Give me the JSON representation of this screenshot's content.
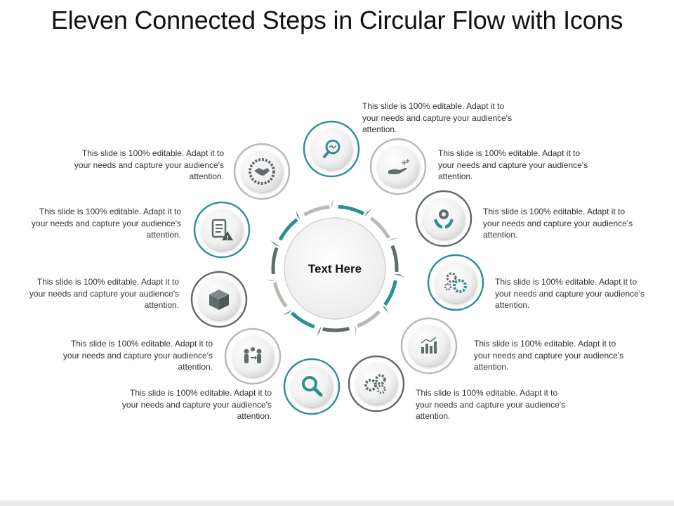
{
  "title": "Eleven Connected Steps in Circular Flow with Icons",
  "center_text": "Text Here",
  "colors": {
    "teal": "#2e8f93",
    "dark_gray": "#5f6b6c",
    "light_gray": "#b9b9b2",
    "text": "#333333"
  },
  "steps": [
    {
      "icon": "magnifier-chart-icon",
      "ring": "teal",
      "text": "This slide is 100% editable. Adapt it to your needs and capture your audience's attention."
    },
    {
      "icon": "hand-sparkle-icon",
      "ring": "light",
      "text": "This slide is 100% editable. Adapt it to your needs and capture your audience's attention."
    },
    {
      "icon": "hands-gear-icon",
      "ring": "dark",
      "text": "This slide is 100% editable. Adapt it to your needs and capture your audience's attention."
    },
    {
      "icon": "gears-icon",
      "ring": "teal",
      "text": "This slide is 100% editable. Adapt it to your needs and capture your audience's attention."
    },
    {
      "icon": "bar-chart-icon",
      "ring": "light",
      "text": "This slide is 100% editable. Adapt it to your needs and capture your audience's attention."
    },
    {
      "icon": "gear-cluster-icon",
      "ring": "dark",
      "text": "This slide is 100% editable. Adapt it to your needs and capture your audience's attention."
    },
    {
      "icon": "search-icon",
      "ring": "teal",
      "text": "This slide is 100% editable. Adapt it to your needs and capture your audience's attention."
    },
    {
      "icon": "people-exchange-icon",
      "ring": "light",
      "text": "This slide is 100% editable. Adapt it to your needs and capture your audience's attention."
    },
    {
      "icon": "box-icon",
      "ring": "dark",
      "text": "This slide is 100% editable. Adapt it to your needs and capture your audience's attention."
    },
    {
      "icon": "checklist-warning-icon",
      "ring": "teal",
      "text": "This slide is 100% editable. Adapt it to your needs and capture your audience's attention."
    },
    {
      "icon": "handshake-gear-icon",
      "ring": "light",
      "text": "This slide is 100% editable. Adapt it to your needs and capture your audience's attention."
    }
  ]
}
